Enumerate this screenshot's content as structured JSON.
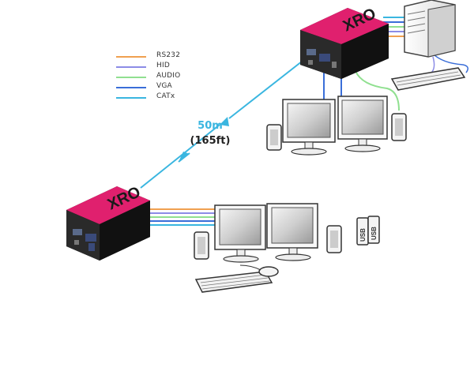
{
  "legend": {
    "items": [
      {
        "label": "RS232",
        "color": "#f0a050"
      },
      {
        "label": "HID",
        "color": "#8c8ce6"
      },
      {
        "label": "AUDIO",
        "color": "#90e090"
      },
      {
        "label": "VGA",
        "color": "#3a6ed8"
      },
      {
        "label": "CATx",
        "color": "#3ab6e0"
      }
    ]
  },
  "distance": {
    "meters": "50m",
    "feet": "(165ft)",
    "color": "#3ab6e0"
  },
  "device": {
    "logo_text": "XRO",
    "body_color": "#1a1a1a",
    "top_color": "#e0206e"
  },
  "usb_label": "USB",
  "cable_colors": {
    "rs232": "#f0a050",
    "hid": "#8c8ce6",
    "audio": "#90e090",
    "vga": "#3a6ed8",
    "catx": "#3ab6e0"
  }
}
